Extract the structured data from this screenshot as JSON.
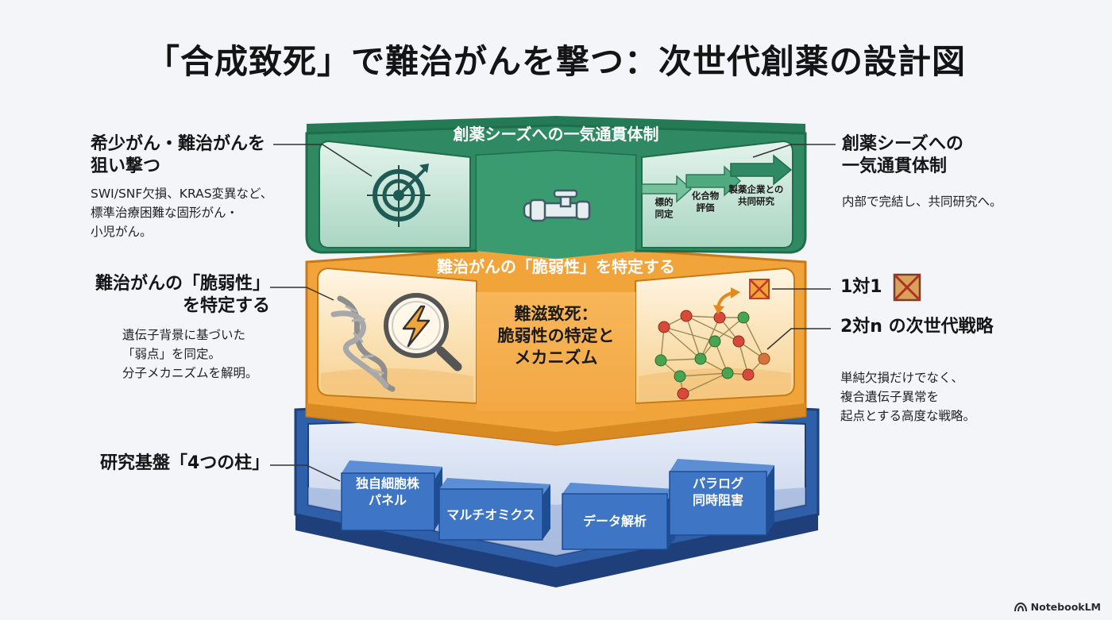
{
  "title": "「合成致死」で難治がんを撃つ：次世代創薬の設計図",
  "layers": {
    "top": {
      "header": "創薬シーズへの一気通貫体制",
      "flow_steps": [
        "標的\n同定",
        "化合物\n評価",
        "製薬企業との\n共同研究"
      ],
      "color": "#2f8a63"
    },
    "middle": {
      "header": "難治がんの「脆弱性」を特定する",
      "center_text": "難滋致死：\n脆弱性の特定と\nメカニズム",
      "color": "#f0a43a"
    },
    "bottom": {
      "pillars": [
        "独自細胞株\nパネル",
        "マルチオミクス",
        "データ解析",
        "パラログ\n同時阻害"
      ],
      "color": "#2e5fa8"
    }
  },
  "callouts": {
    "target": {
      "title": "希少がん・難治がんを\n狙い撃つ",
      "desc": "SWI/SNF欠損、KRAS変異など、\n標準治療困難な固形がん・\n小児がん。"
    },
    "pipeline": {
      "title": "創薬シーズへの\n一気通貫体制",
      "desc": "内部で完結し、共同研究へ。"
    },
    "vulnerability": {
      "title": "難治がんの「脆弱性」\nを特定する",
      "desc": "遺伝子背景に基づいた\n「弱点」を同定。\n分子メカニズムを解明。"
    },
    "one_to_one": {
      "title": "1対1"
    },
    "two_to_n": {
      "title": "2対n の次世代戦略",
      "desc": "単純欠損だけでなく、\n複合遺伝子異常を\n起点とする高度な戦略。"
    },
    "pillars": {
      "title": "研究基盤「4つの柱」"
    }
  },
  "brand": "NotebookLM"
}
